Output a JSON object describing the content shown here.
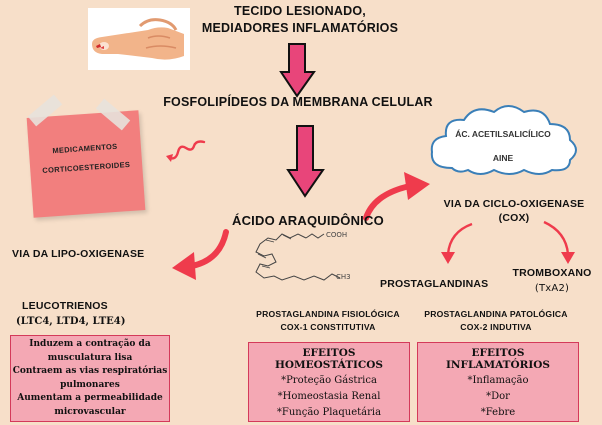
{
  "top": {
    "line1": "TECIDO LESIONADO,",
    "line2": "MEDIADORES INFLAMATÓRIOS"
  },
  "membrane": "FOSFOLIPÍDEOS DA MEMBRANA CELULAR",
  "note": {
    "line1": "MEDICAMENTOS",
    "line2": "CORTICOESTEROIDES"
  },
  "cloud": {
    "line1": "ÁC. ACETILSALICÍLICO",
    "line2": "AINE"
  },
  "aa": "ÁCIDO ARAQUIDÔNICO",
  "cooh": "COOH",
  "ch3": "CH3",
  "cox": {
    "line1": "VIA DA CICLO-OXIGENASE",
    "line2": "(COX)"
  },
  "lipo": "VIA DA LIPO-OXIGENASE",
  "leuco": {
    "title": "LEUCOTRIENOS",
    "subtitle": "(LTC4, LTD4, LTE4)",
    "effects": [
      "Induzem a contração da",
      "musculatura lisa",
      "Contraem as vias respiratórias",
      "pulmonares",
      "Aumentam a permeabilidade",
      "microvascular"
    ]
  },
  "prostaglandinas": "PROSTAGLANDINAS",
  "tromboxano": {
    "line1": "TROMBOXANO",
    "line2": "(TxA2)"
  },
  "fisio": {
    "line1": "PROSTAGLANDINA FISIOLÓGICA",
    "line2": "COX-1 CONSTITUTIVA",
    "box_title": "EFEITOS HOMEOSTÁTICOS",
    "items": [
      "*Proteção Gástrica",
      "*Homeostasia Renal",
      "*Função Plaquetária"
    ]
  },
  "pato": {
    "line1": "PROSTAGLANDINA PATOLÓGICA",
    "line2": "COX-2 INDUTIVA",
    "box_title": "EFEITOS INFLAMATÓRIOS",
    "items": [
      "*Inflamação",
      "*Dor",
      "*Febre"
    ]
  },
  "colors": {
    "background": "#f7dfc9",
    "arrow_pink": "#e8457a",
    "arrow_red": "#ef3b4c",
    "box_fill": "#f4a8b4",
    "box_border": "#d43a5a",
    "note_fill": "#f27f7e"
  }
}
